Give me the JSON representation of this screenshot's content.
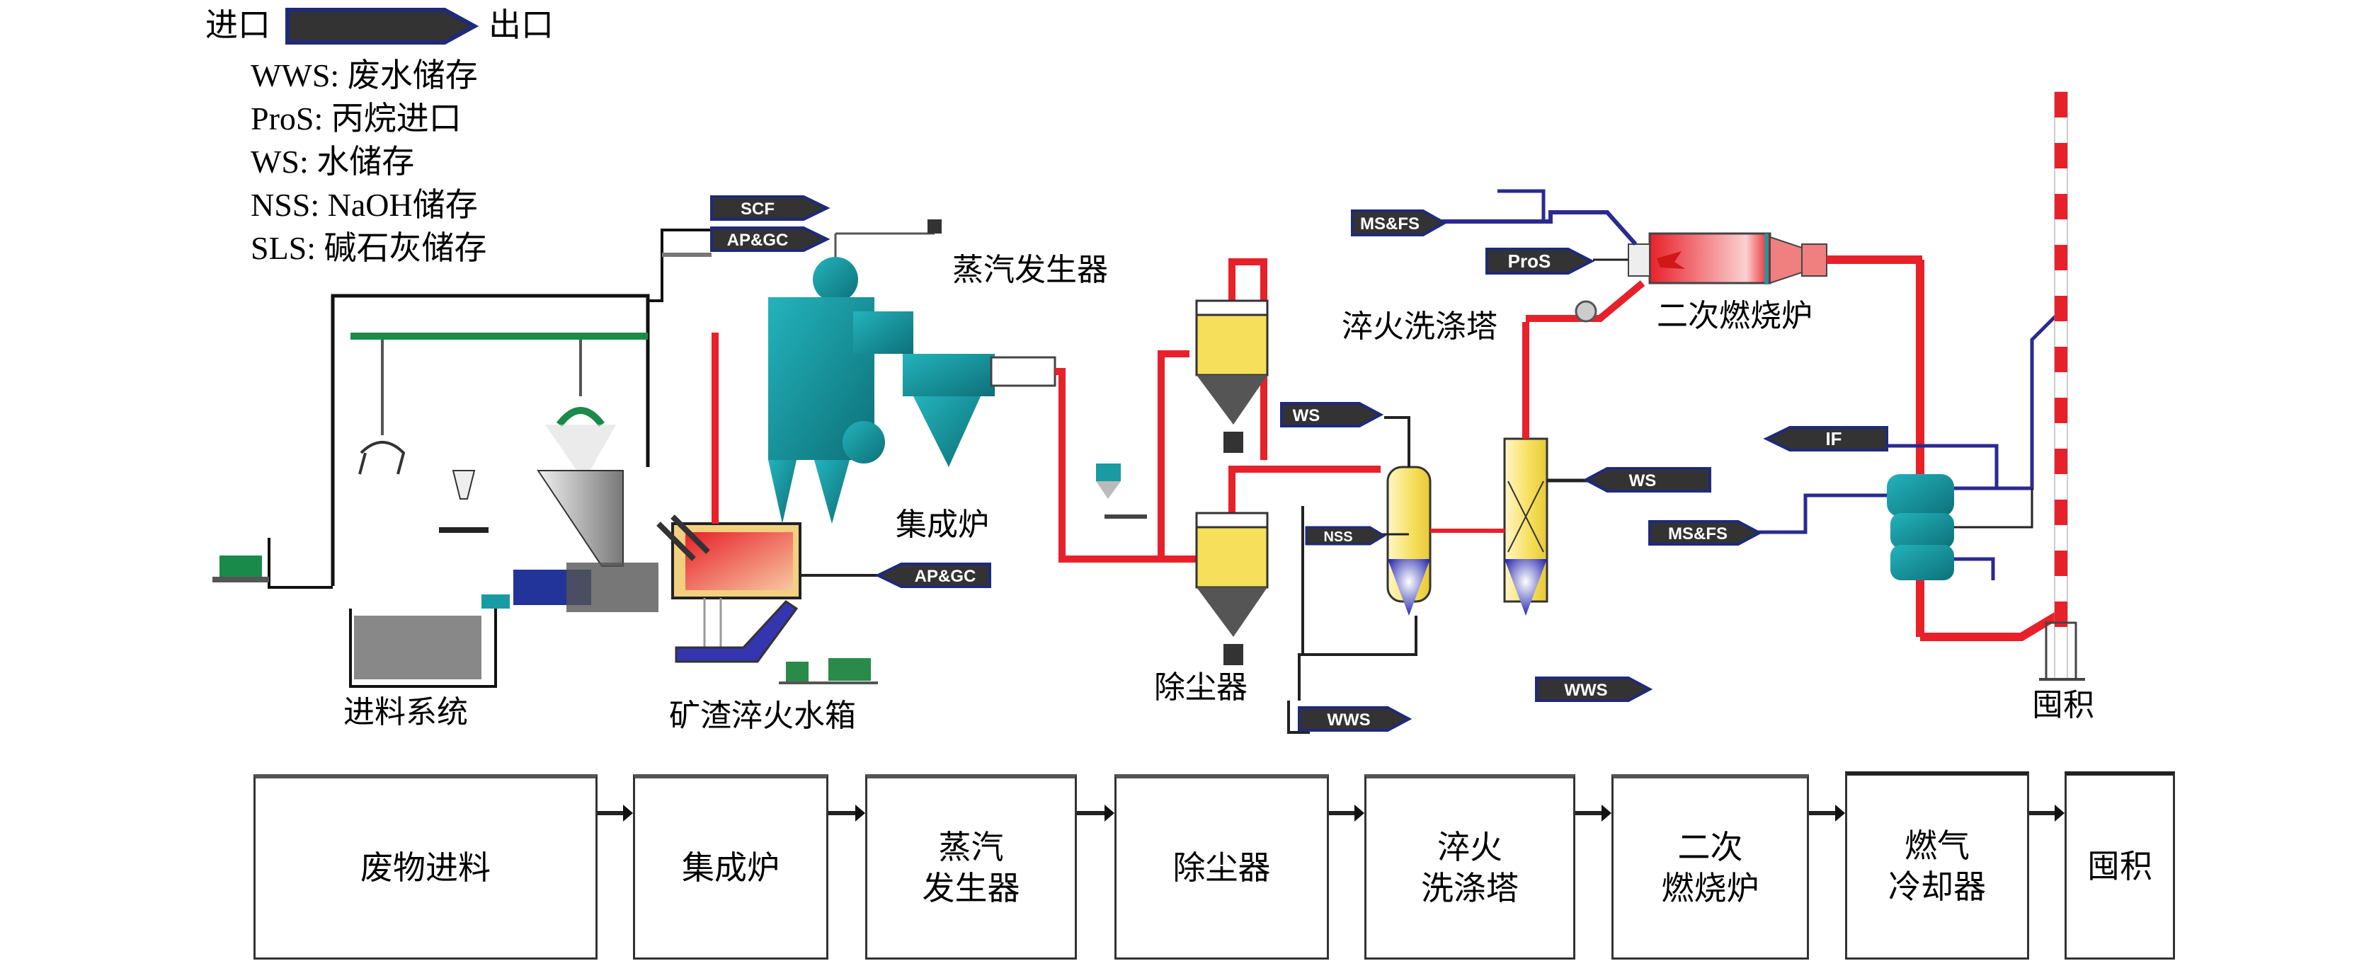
{
  "legend": {
    "arrow": {
      "inlet_label": "进口",
      "outlet_label": "出口"
    },
    "abbreviations": [
      {
        "code": "WWS",
        "meaning": "废水储存",
        "text": "WWS: 废水储存"
      },
      {
        "code": "ProS",
        "meaning": "丙烷进口",
        "text": "ProS: 丙烷进口"
      },
      {
        "code": "WS",
        "meaning": "水储存",
        "text": "WS: 水储存"
      },
      {
        "code": "NSS",
        "meaning": "NaOH储存",
        "text": "NSS: NaOH储存"
      },
      {
        "code": "SLS",
        "meaning": "碱石灰储存",
        "text": "SLS: 碱石灰储存"
      }
    ]
  },
  "equipment_labels": {
    "feed_system": "进料系统",
    "slag_quench_tank": "矿渣淬火水箱",
    "integrated_furnace": "集成炉",
    "steam_generator": "蒸汽发生器",
    "dust_collector": "除尘器",
    "quench_scrubber": "淬火洗涤塔",
    "secondary_combustion": "二次燃烧炉",
    "stack": "囤积"
  },
  "stream_tags": {
    "scf": "SCF",
    "apgc_top": "AP&GC",
    "apgc_furnace": "AP&GC",
    "ms_fs_top": "MS&FS",
    "pros": "ProS",
    "ws_quench": "WS",
    "ws_scrubber": "WS",
    "nss": "NSS",
    "wws_left": "WWS",
    "wws_right": "WWS",
    "if": "IF",
    "ms_fs_cooler": "MS&FS"
  },
  "flowchart": {
    "steps": [
      {
        "label": "废物进料"
      },
      {
        "label": "集成炉"
      },
      {
        "label": "蒸汽\n发生器"
      },
      {
        "label": "除尘器"
      },
      {
        "label": "淬火\n洗涤塔"
      },
      {
        "label": "二次\n燃烧炉"
      },
      {
        "label": "燃气\n冷却器"
      },
      {
        "label": "囤积"
      }
    ]
  },
  "colors": {
    "hot_gas_pipe": "#e8202a",
    "equipment_teal": "#1a9aa3",
    "tag_fill": "#333333",
    "tag_border": "#1f2a7a",
    "scrubber_yellow": "#f6df5a",
    "cooler_blue": "#2a2aa0"
  }
}
